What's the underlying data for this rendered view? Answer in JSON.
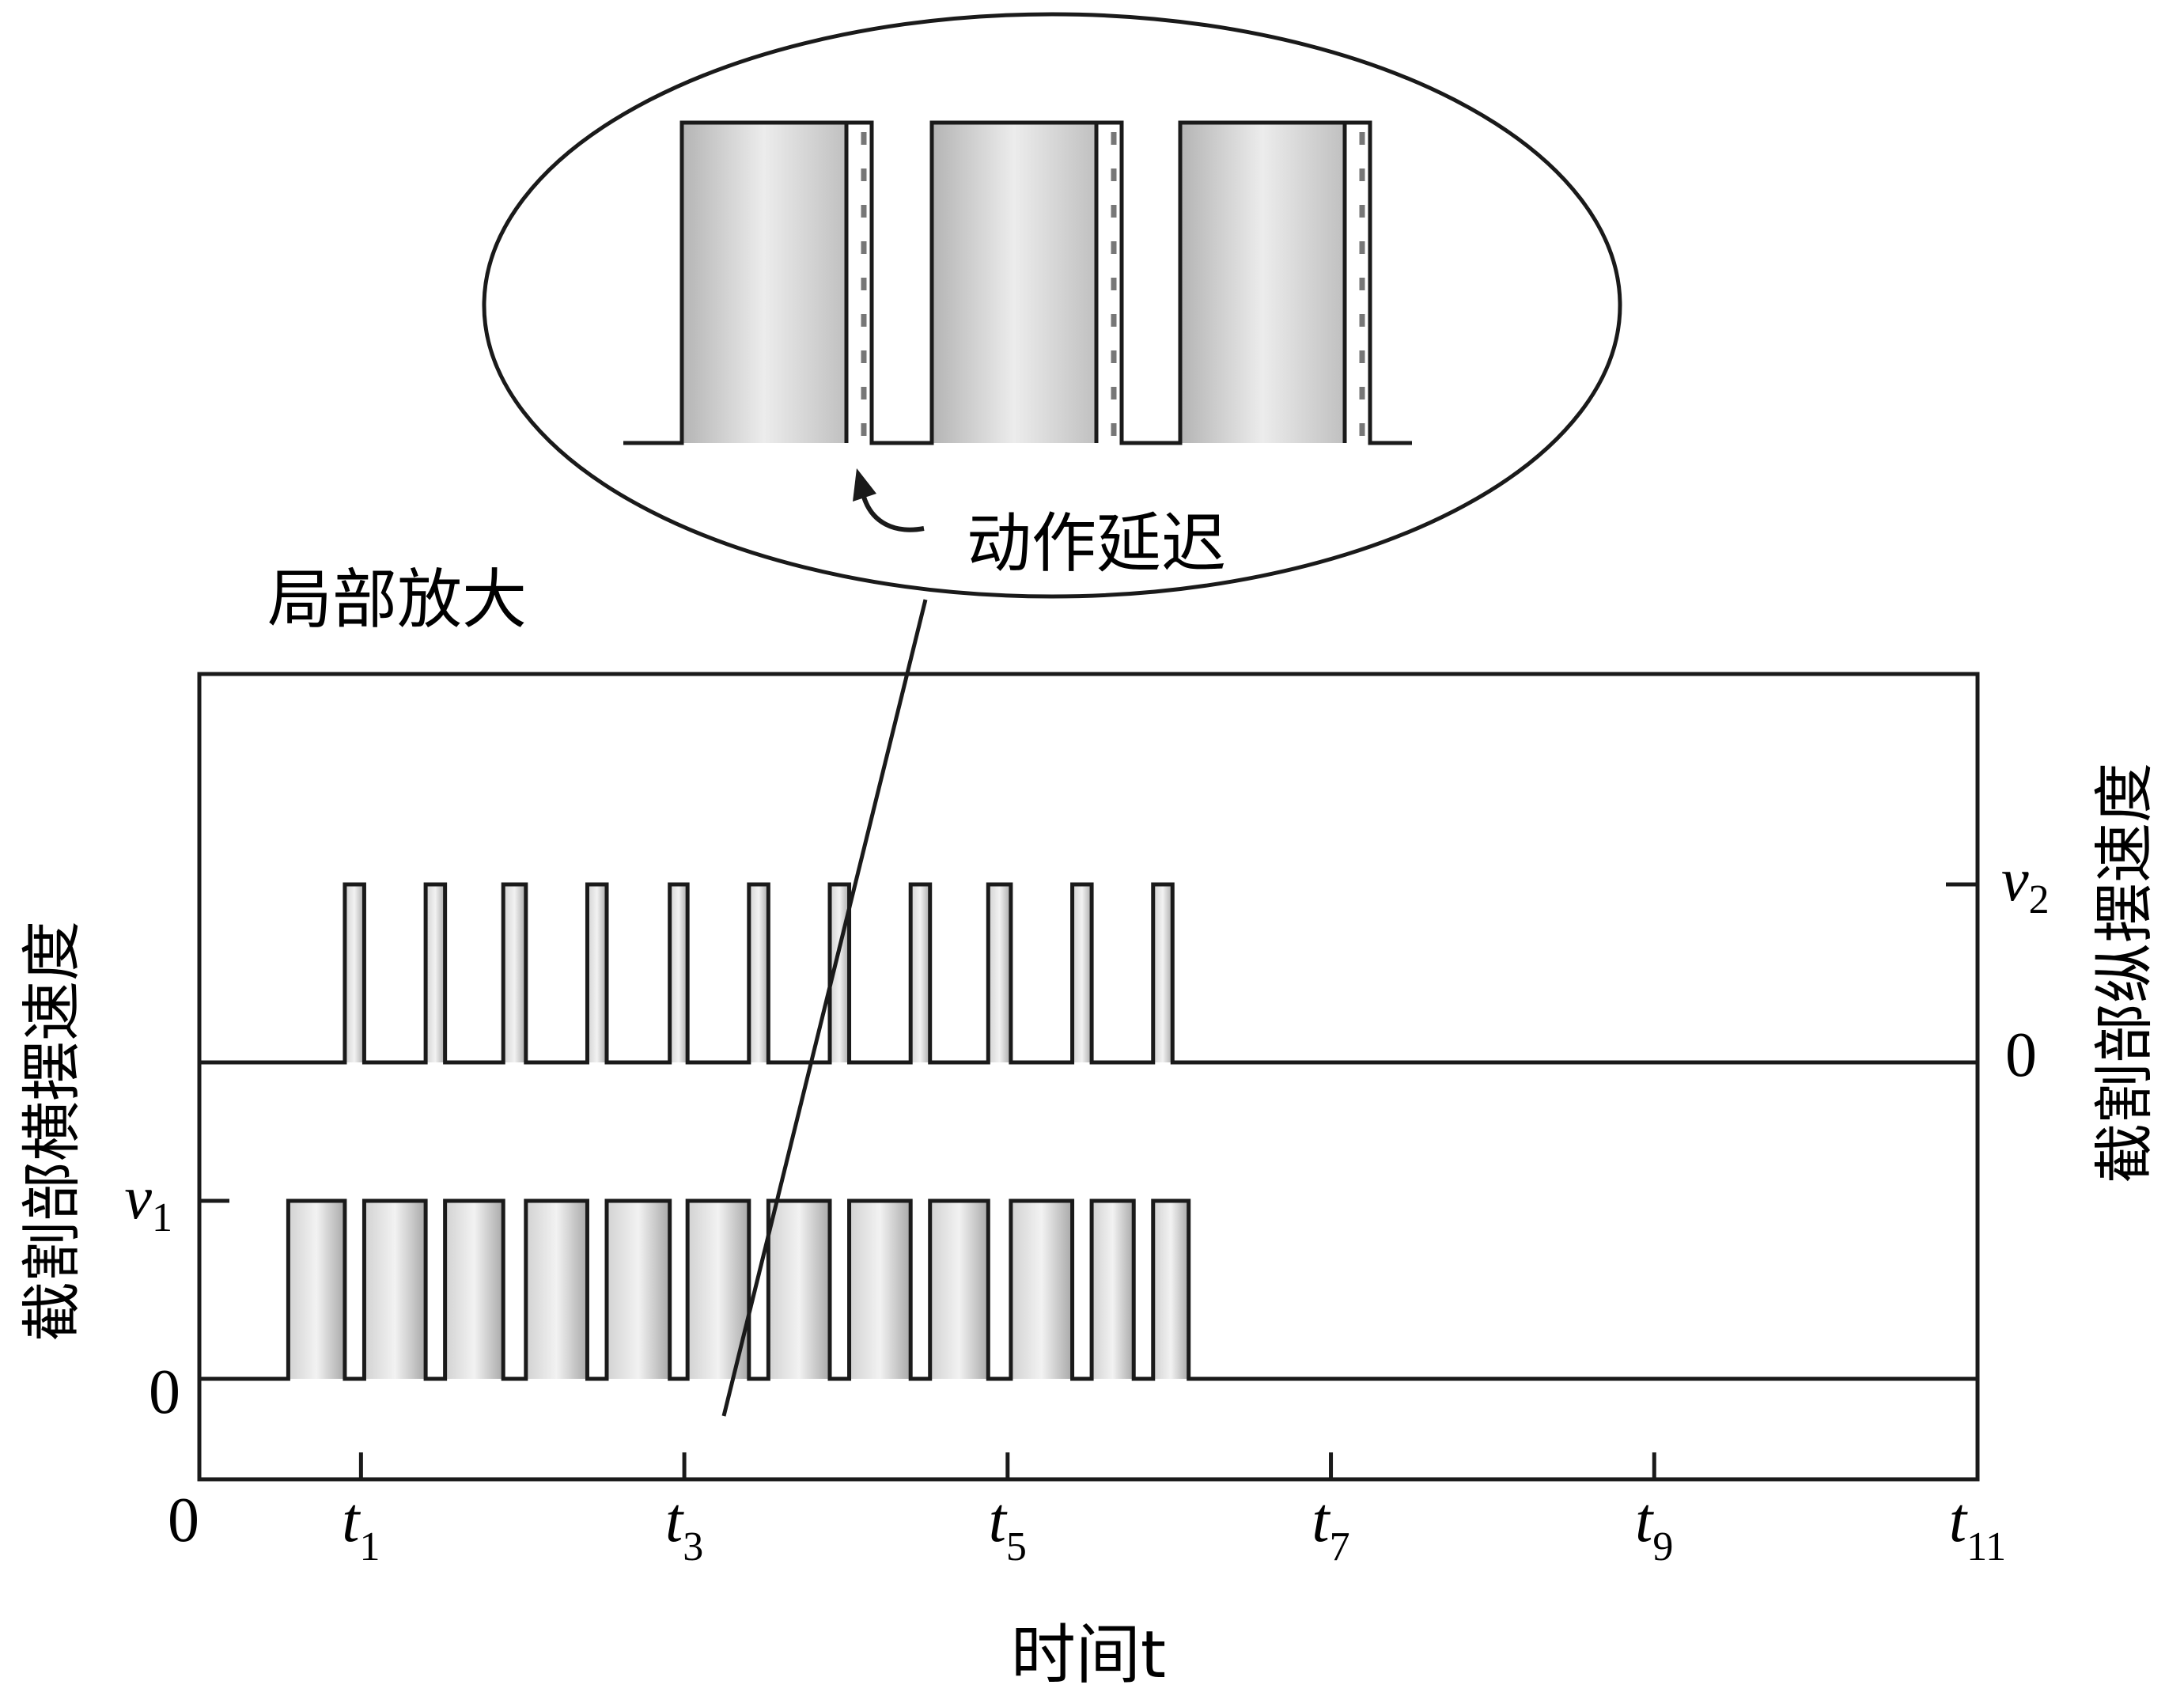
{
  "chart_data": {
    "type": "line",
    "title": "",
    "xlabel": "时间t",
    "ylabel_left": "截割部横摆速度",
    "ylabel_right": "截割部纵摆速度",
    "x_ticks": [
      {
        "value": 0,
        "label": "0",
        "sub": ""
      },
      {
        "value": 1,
        "label": "t",
        "sub": "1"
      },
      {
        "value": 3,
        "label": "t",
        "sub": "3"
      },
      {
        "value": 5,
        "label": "t",
        "sub": "5"
      },
      {
        "value": 7,
        "label": "t",
        "sub": "7"
      },
      {
        "value": 9,
        "label": "t",
        "sub": "9"
      },
      {
        "value": 11,
        "label": "t",
        "sub": "11"
      }
    ],
    "xlim": [
      0,
      11
    ],
    "series": [
      {
        "name": "",
        "axis": "left",
        "level_low_label": "0",
        "level_high_label": "v",
        "level_high_sub": "1",
        "pulses": [
          [
            0.55,
            0.9
          ],
          [
            1.02,
            1.4
          ],
          [
            1.52,
            1.88
          ],
          [
            2.02,
            2.4
          ],
          [
            2.52,
            2.91
          ],
          [
            3.02,
            3.4
          ],
          [
            3.52,
            3.9
          ],
          [
            4.02,
            4.4
          ],
          [
            4.52,
            4.88
          ],
          [
            5.02,
            5.4
          ],
          [
            5.52,
            5.78
          ],
          [
            5.9,
            6.12
          ]
        ]
      },
      {
        "name": "",
        "axis": "right",
        "level_low_label": "0",
        "level_high_label": "v",
        "level_high_sub": "2",
        "pulses": [
          [
            0.9,
            1.02
          ],
          [
            1.4,
            1.52
          ],
          [
            1.88,
            2.02
          ],
          [
            2.4,
            2.52
          ],
          [
            2.91,
            3.02
          ],
          [
            3.4,
            3.52
          ],
          [
            3.9,
            4.02
          ],
          [
            4.4,
            4.52
          ],
          [
            4.88,
            5.02
          ],
          [
            5.4,
            5.52
          ],
          [
            5.9,
            6.02
          ]
        ]
      }
    ],
    "inset": {
      "label": "局部放大",
      "annotation": "动作延迟",
      "pulse_count": 3
    }
  }
}
